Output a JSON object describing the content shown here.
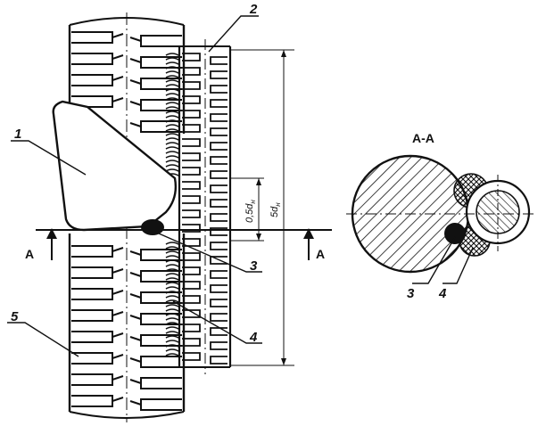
{
  "figure": {
    "section_marker_left": "A",
    "section_marker_right": "A",
    "section_title": "A-A",
    "dimension_short": "0,5d",
    "dimension_short_sub": "н",
    "dimension_long": "5d",
    "dimension_long_sub": "н",
    "callouts": {
      "c1": "1",
      "c2": "2",
      "c3": "3",
      "c4": "4",
      "c5": "5",
      "sec3": "3",
      "sec4": "4"
    }
  }
}
